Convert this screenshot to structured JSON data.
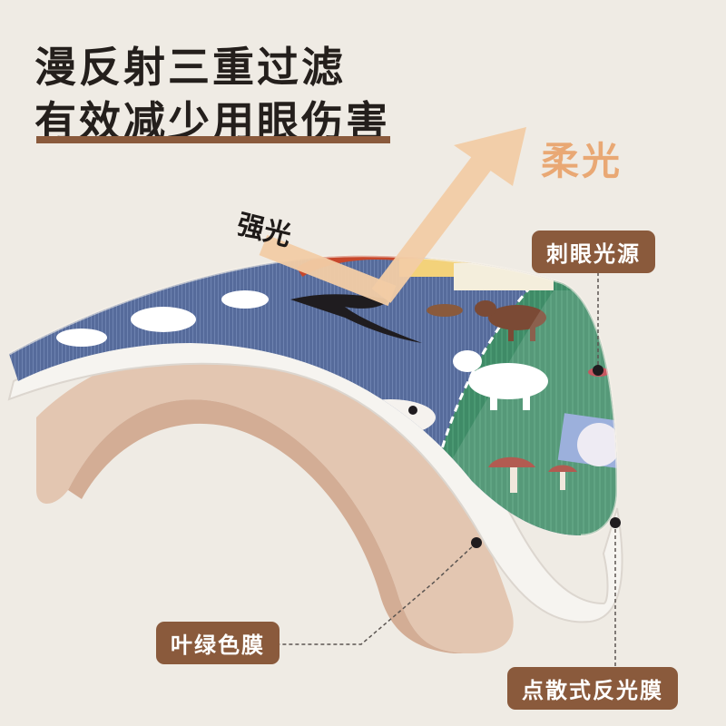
{
  "headline": {
    "line1": "漫反射三重过滤",
    "line2": "有效减少用眼伤害"
  },
  "labels": {
    "soft_light": "柔光",
    "strong_light": "强光",
    "glare_source": "刺眼光源",
    "green_film": "叶绿色膜",
    "dot_reflective_film": "点散式反光膜"
  },
  "colors": {
    "background": "#efebe4",
    "accent_brown": "#8a5a3c",
    "soft_light_orange": "#e9a874",
    "mat_blue": "#5a6f9e",
    "mat_green": "#3e8a66",
    "base_beige": "#e3c6b1"
  }
}
